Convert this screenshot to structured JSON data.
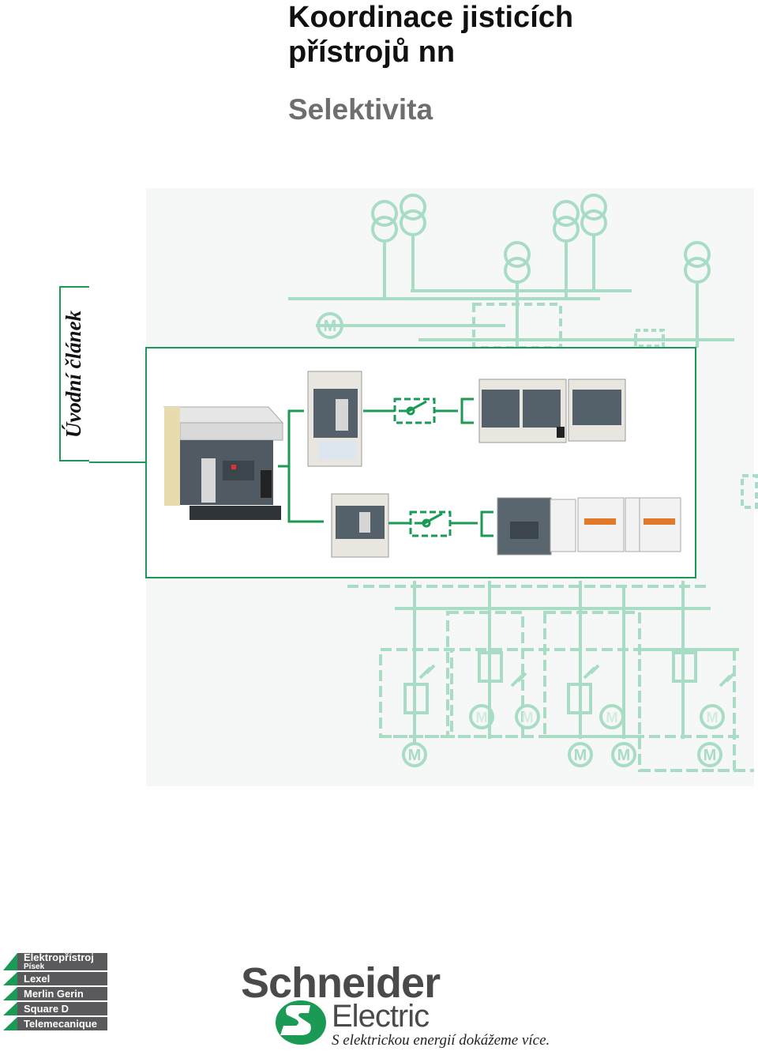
{
  "header": {
    "title_line1": "Koordinace jisticích",
    "title_line2": "přístrojů nn",
    "subtitle": "Selektivita"
  },
  "side_tab": {
    "label": "Úvodní článek"
  },
  "diagram": {
    "motor_symbol": "M",
    "accent_color": "#1a9a55",
    "background_line_color": "#a9dcc4"
  },
  "footer": {
    "brands": {
      "first": "Elektropřístroj",
      "first_sub": "Písek",
      "items": [
        "Lexel",
        "Merlin Gerin",
        "Square D",
        "Telemecanique"
      ]
    },
    "logo": {
      "word": "Schneider",
      "word2": "Electric",
      "slogan": "S elektrickou energií dokážeme více."
    }
  }
}
